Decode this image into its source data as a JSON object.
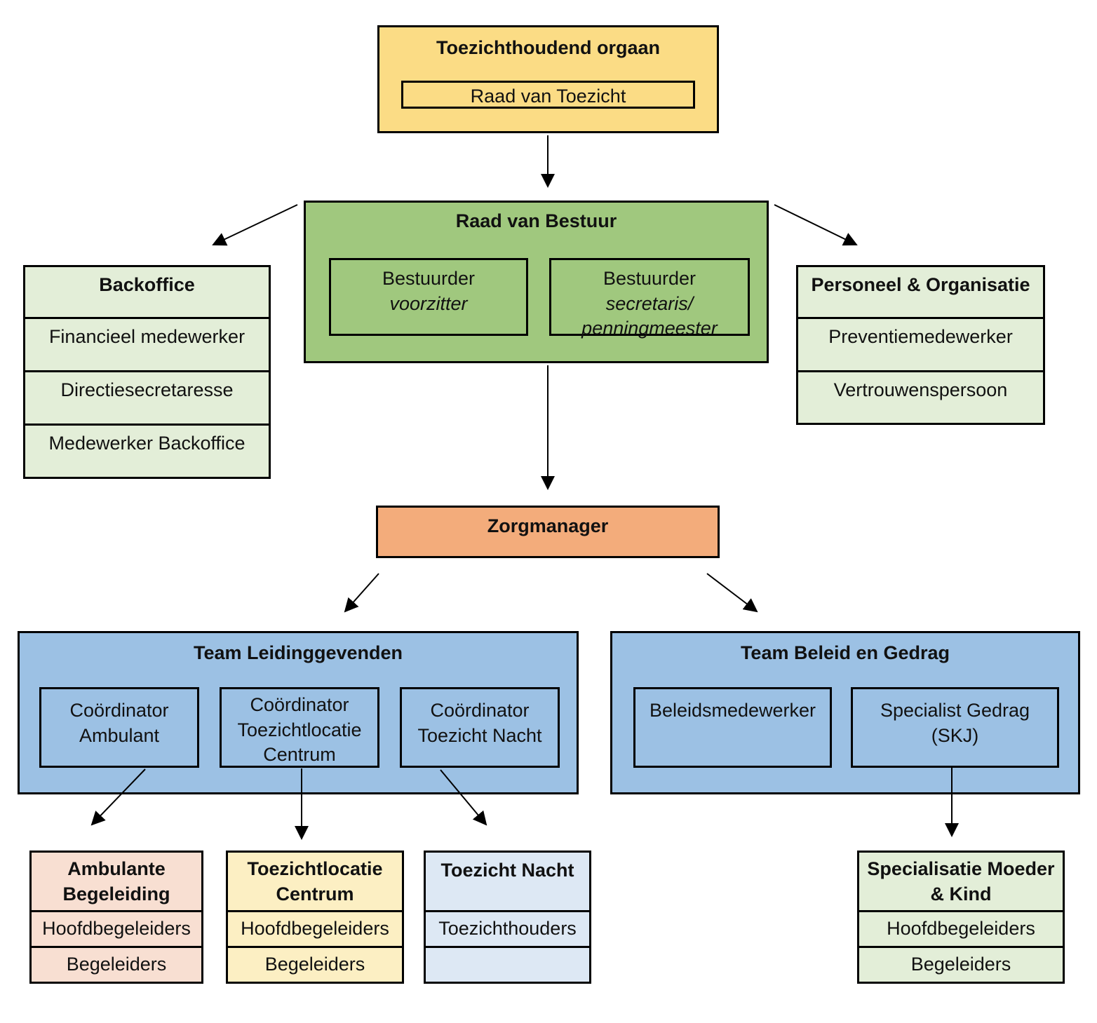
{
  "colors": {
    "gold": "#FBDC85",
    "green": "#A0C87E",
    "light_green": "#E3EED8",
    "orange": "#F3AC7B",
    "blue": "#9CC1E4",
    "pink": "#F8DFD2",
    "cream": "#FCEFC3",
    "pale_blue": "#DDE8F4",
    "border": "#000000"
  },
  "nodes": {
    "toezichthoudend_orgaan": {
      "title": "Toezichthoudend orgaan",
      "member": "Raad van Toezicht"
    },
    "raad_van_bestuur": {
      "title": "Raad van Bestuur",
      "members": [
        {
          "name": "Bestuurder",
          "role_lines": [
            "voorzitter"
          ]
        },
        {
          "name": "Bestuurder",
          "role_lines": [
            "secretaris/",
            "penningmeester"
          ]
        }
      ]
    },
    "backoffice": {
      "title": "Backoffice",
      "rows": [
        "Financieel medewerker",
        "Directiesecretaresse",
        "Medewerker Backoffice"
      ]
    },
    "personeel_organisatie": {
      "title": "Personeel & Organisatie",
      "rows": [
        "Preventiemedewerker",
        "Vertrouwenspersoon"
      ]
    },
    "zorgmanager": {
      "title": "Zorgmanager"
    },
    "team_leidinggevenden": {
      "title": "Team Leidinggevenden",
      "members": [
        {
          "lines": [
            "Coördinator",
            "Ambulant"
          ]
        },
        {
          "lines": [
            "Coördinator",
            "Toezichtlocatie",
            "Centrum"
          ]
        },
        {
          "lines": [
            "Coördinator",
            "Toezicht Nacht"
          ]
        }
      ]
    },
    "team_beleid_en_gedrag": {
      "title": "Team Beleid en Gedrag",
      "members": [
        {
          "lines": [
            "Beleidsmedewerker"
          ]
        },
        {
          "lines": [
            "Specialist Gedrag",
            "(SKJ)"
          ]
        }
      ]
    },
    "ambulante_begeleiding": {
      "title_lines": [
        "Ambulante",
        "Begeleiding"
      ],
      "rows": [
        "Hoofdbegeleiders",
        "Begeleiders"
      ]
    },
    "toezichtlocatie_centrum": {
      "title_lines": [
        "Toezichtlocatie",
        "Centrum"
      ],
      "rows": [
        "Hoofdbegeleiders",
        "Begeleiders"
      ]
    },
    "toezicht_nacht": {
      "title_lines": [
        "Toezicht Nacht"
      ],
      "rows": [
        "Toezichthouders",
        ""
      ]
    },
    "specialisatie_moeder_kind": {
      "title_lines": [
        "Specialisatie",
        "Moeder & Kind"
      ],
      "rows": [
        "Hoofdbegeleiders",
        "Begeleiders"
      ]
    }
  }
}
